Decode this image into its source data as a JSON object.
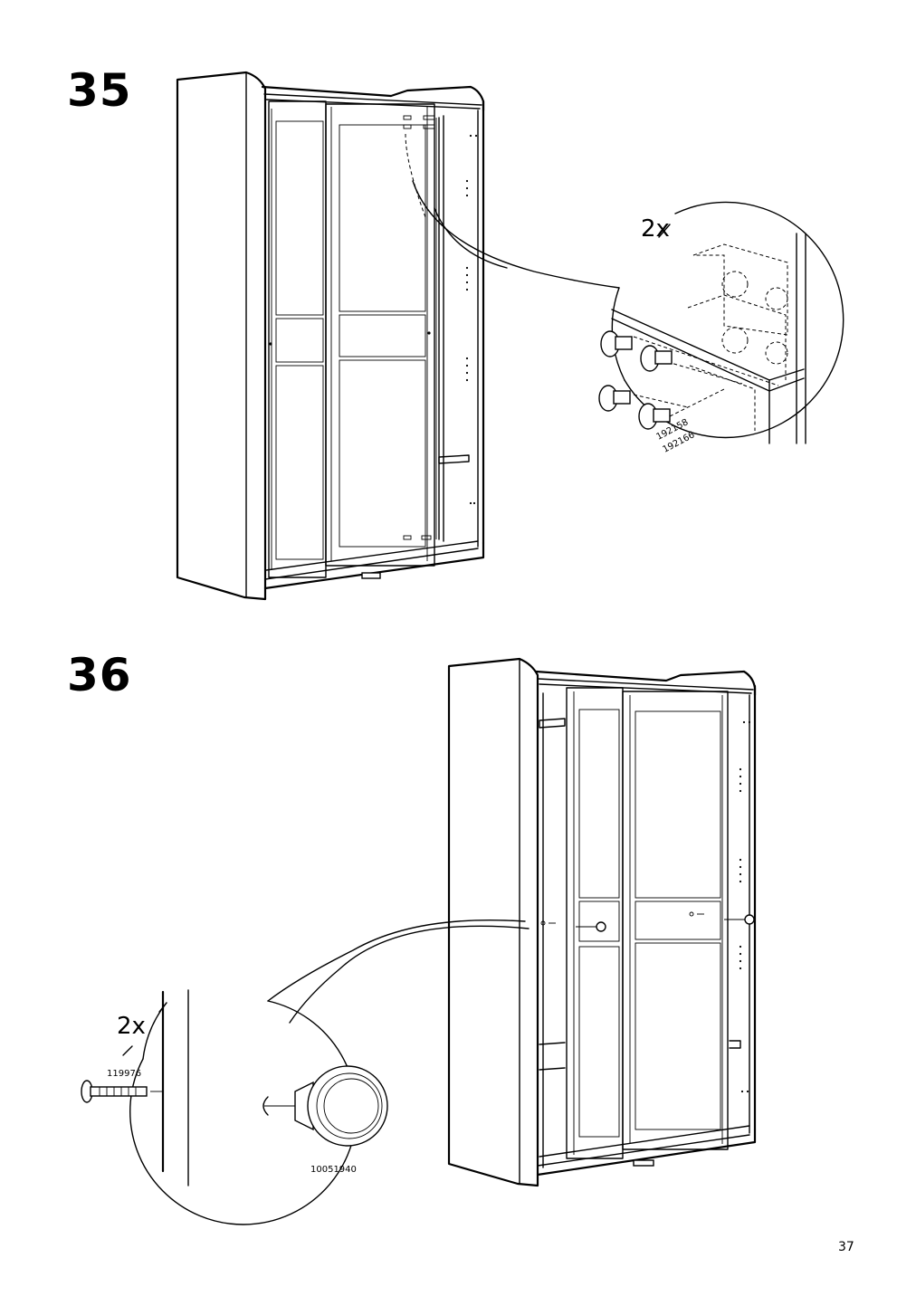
{
  "steps": [
    {
      "number": "35",
      "quantity": "2x",
      "part_numbers": [
        "192158",
        "192166"
      ]
    },
    {
      "number": "36",
      "quantity": "2x",
      "screw_part": "119976",
      "knob_part": "10051940"
    }
  ],
  "page_number": "37",
  "icons": [
    "wardrobe-illustration",
    "detail-zoom-circle",
    "door-stopper",
    "screw",
    "knob"
  ]
}
